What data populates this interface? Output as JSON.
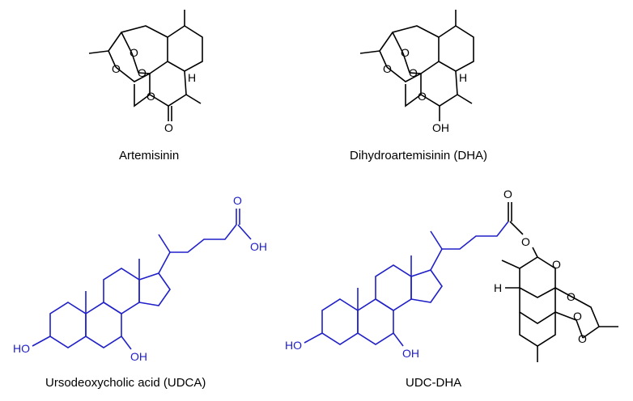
{
  "colors": {
    "black": "#000000",
    "blue": "#2020c8"
  },
  "compounds": [
    {
      "name": "Artemisinin",
      "atoms": {
        "H": "H",
        "O": "O"
      }
    },
    {
      "name": "Dihydroartemisinin (DHA)",
      "atoms": {
        "H": "H",
        "OH": "OH"
      }
    },
    {
      "name": "Ursodeoxycholic acid  (UDCA)",
      "atoms": {
        "OH_acid": "OH",
        "O": "O",
        "HO": "HO",
        "OH": "OH"
      }
    },
    {
      "name": "UDC-DHA",
      "atoms": {
        "O": "O",
        "HO": "HO",
        "OH": "OH",
        "H": "H"
      }
    }
  ]
}
